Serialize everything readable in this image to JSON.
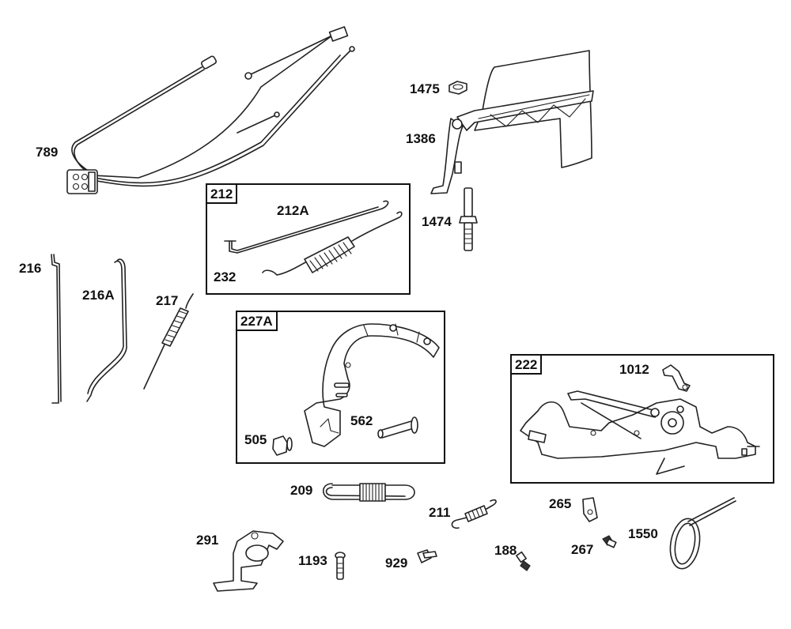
{
  "groups": {
    "g212": "212",
    "g227a": "227A",
    "g222": "222"
  },
  "parts": {
    "p789": "789",
    "p1475": "1475",
    "p1386": "1386",
    "p212a": "212A",
    "p232": "232",
    "p1474": "1474",
    "p216": "216",
    "p216a": "216A",
    "p217": "217",
    "p505": "505",
    "p562": "562",
    "p1012": "1012",
    "p209": "209",
    "p211": "211",
    "p265": "265",
    "p291": "291",
    "p1193": "1193",
    "p929": "929",
    "p188": "188",
    "p267": "267",
    "p1550": "1550"
  }
}
